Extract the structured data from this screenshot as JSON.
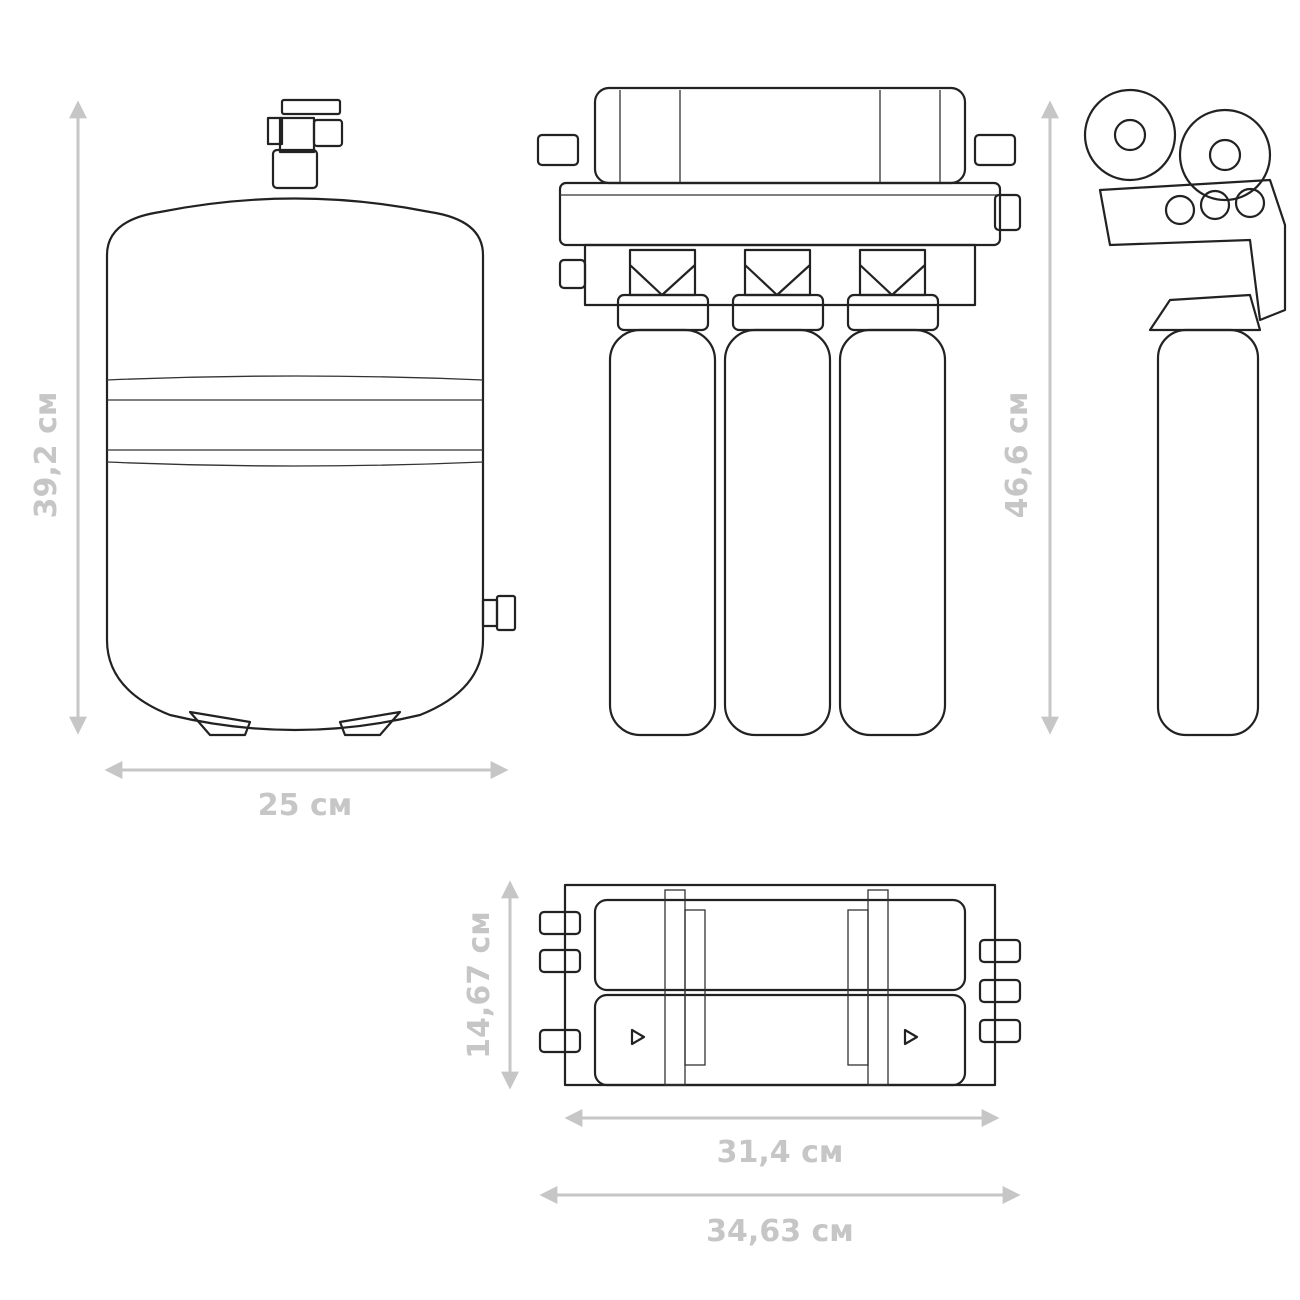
{
  "title": "Reverse osmosis filter system dimensions",
  "colors": {
    "dimension": "#c6c6c6",
    "outline": "#222222"
  },
  "dimensions": {
    "tank_height": "39,2 см",
    "tank_width": "25 см",
    "filter_height": "46,6 см",
    "filter_depth": "14,67 см",
    "filter_width_inner": "31,4 см",
    "filter_width_outer": "34,63 см"
  }
}
